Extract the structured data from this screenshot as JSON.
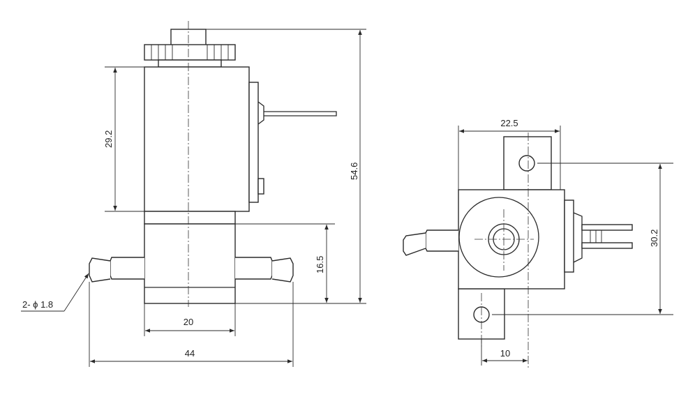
{
  "dimensions": {
    "coil_height": "29.2",
    "overall_height": "54.6",
    "base_height": "16.5",
    "base_width": "20",
    "overall_width": "44",
    "hole_spec": "2- ϕ 1.8",
    "side_width": "22.5",
    "hole_pitch": "30.2",
    "hole_offset": "10"
  }
}
